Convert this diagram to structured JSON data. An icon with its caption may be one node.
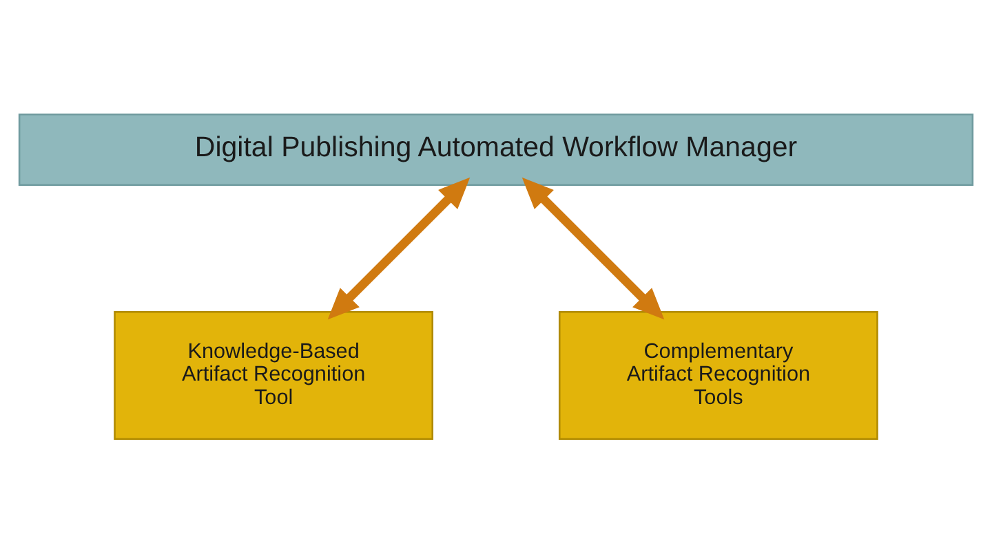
{
  "diagram": {
    "nodes": [
      {
        "text": [
          "Digital Publishing Automated Workflow Manager"
        ]
      },
      {
        "text": [
          "Knowledge-Based Artifact Recognition Tool"
        ]
      },
      {
        "text": [
          "Complementary Artifact Recognition Tools"
        ]
      }
    ],
    "edges": [
      {
        "from": 0,
        "to": 1,
        "arrow": "both"
      },
      {
        "from": 0,
        "to": 2,
        "arrow": "both"
      }
    ]
  }
}
